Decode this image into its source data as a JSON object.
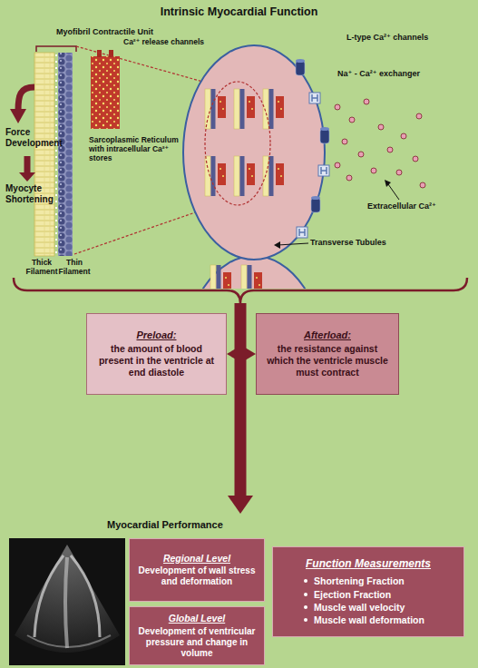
{
  "diagram": {
    "title": "Intrinsic Myocardial Function",
    "nodes": [
      {
        "text": [
          "Preload:",
          "the amount of blood present in the ventricle at end diastole"
        ]
      },
      {
        "text": [
          "Afterload:",
          "the resistance against which the ventricle muscle must contract"
        ]
      },
      {
        "text": [
          "Regional Level",
          "Development of wall stress and deformation"
        ]
      },
      {
        "text": [
          "Global Level",
          "Development of ventricular pressure and change in volume"
        ]
      },
      {
        "text": [
          "Function Measurements",
          "Shortening Fraction",
          "Ejection Fraction",
          "Muscle wall velocity",
          "Muscle wall deformation"
        ]
      }
    ],
    "edges": [
      {
        "from": 0,
        "to": 1,
        "arrow": "both"
      }
    ],
    "labels": [
      "Myofibril Contractile Unit",
      "Ca²⁺ release channels",
      "Force Development",
      "Myocyte Shortening",
      "Sarcoplasmic Reticulum with intracellular Ca²⁺ stores",
      "Thick Filament",
      "Thin Filament",
      "L-type Ca²⁺ channels",
      "Na⁺ - Ca²⁺ exchanger",
      "Extracellular Ca²⁺",
      "Transverse Tubules",
      "Myocardial Performance"
    ]
  }
}
